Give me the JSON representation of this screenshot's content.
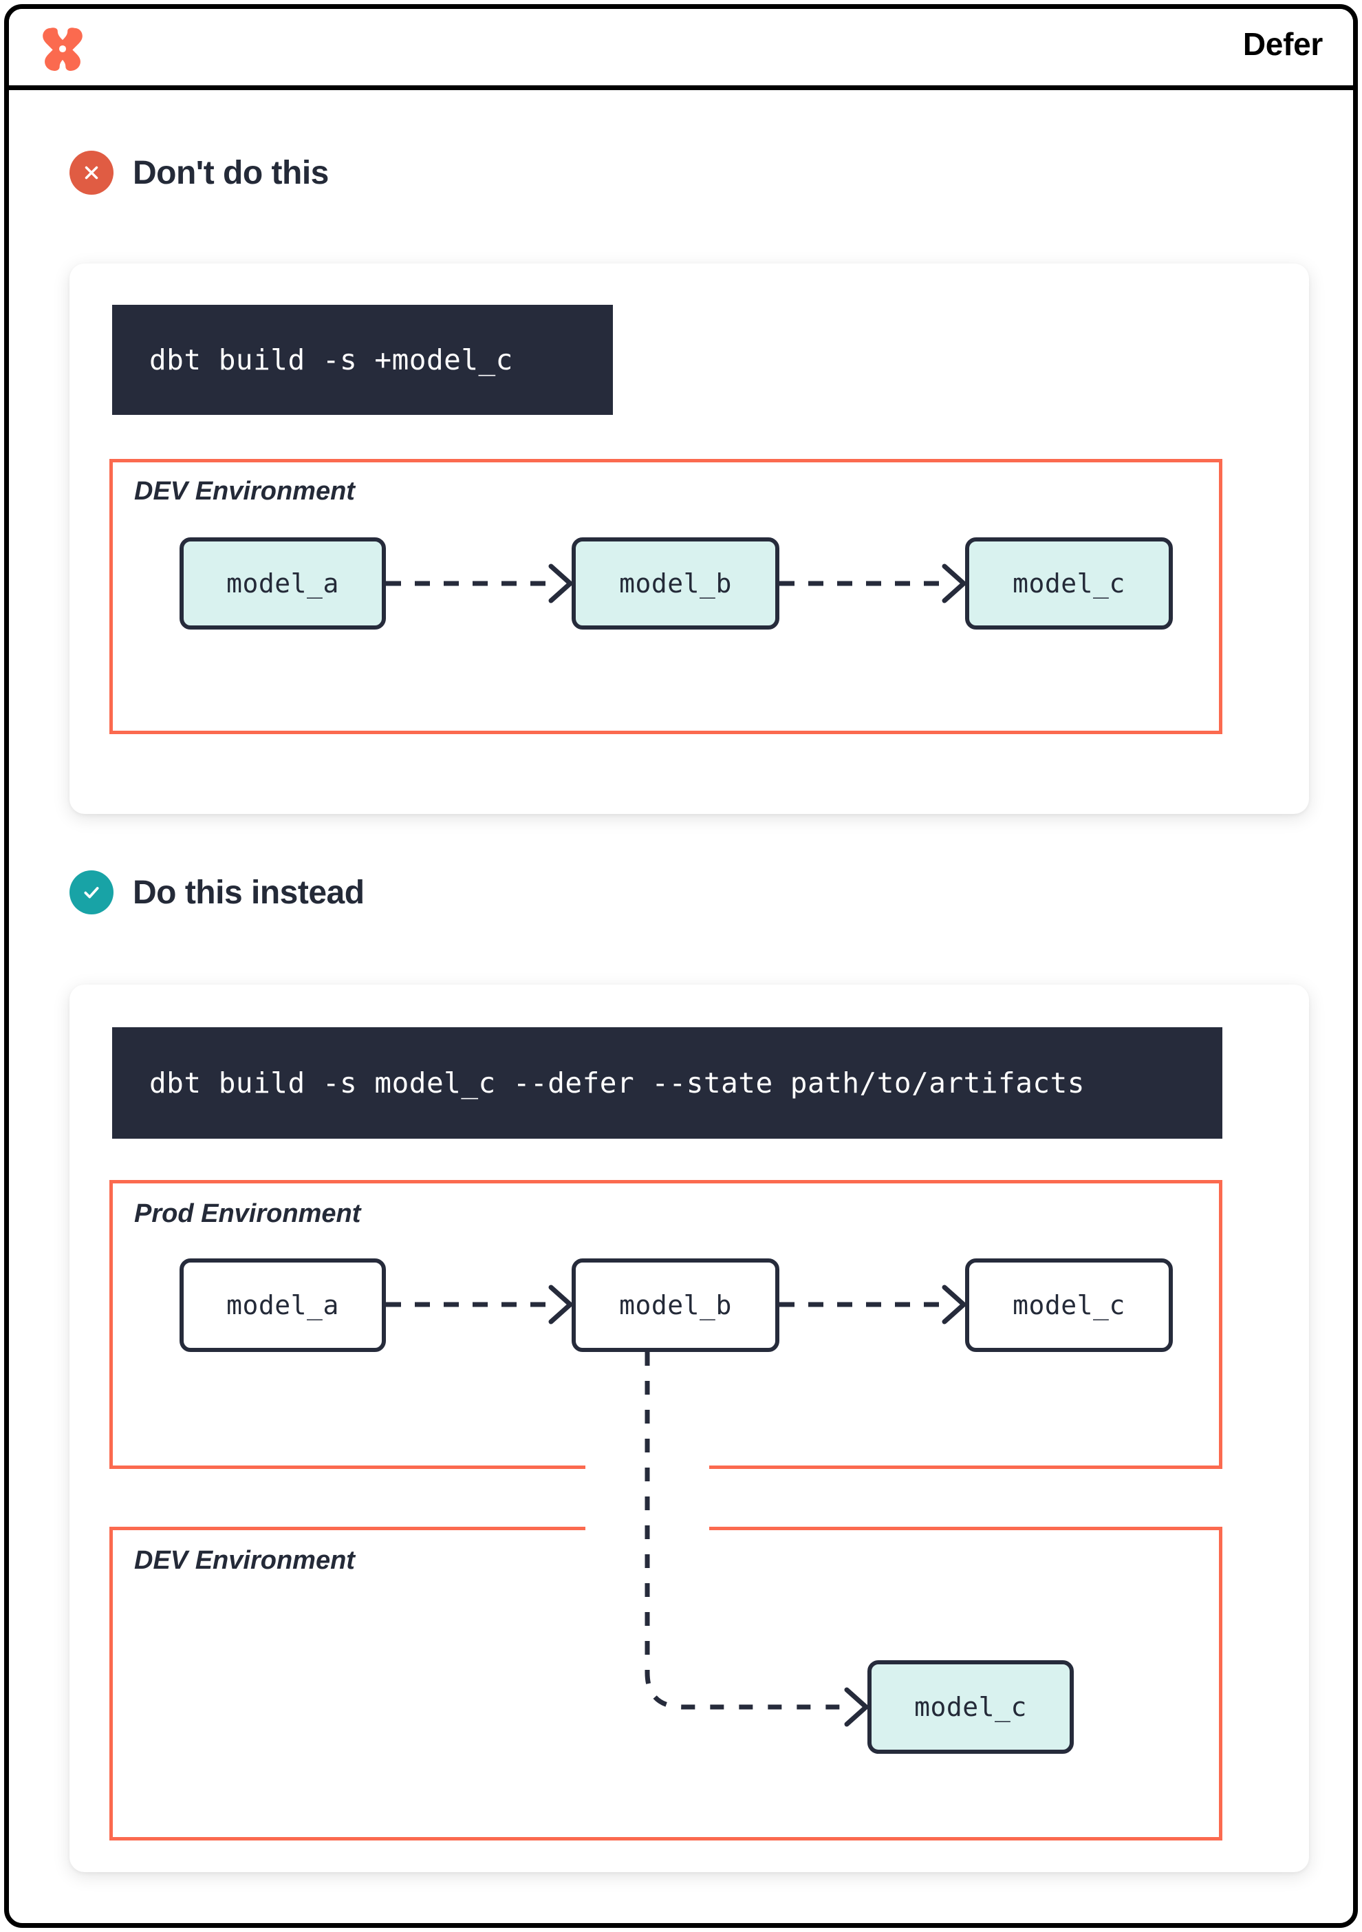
{
  "header": {
    "logo_icon": "dbt-logo-icon",
    "title": "Defer",
    "brand_color": "#fb6a4f"
  },
  "colors": {
    "accent_red": "#fb6a4f",
    "bad_badge": "#e05c43",
    "good_badge": "#18a3a6",
    "ink": "#242a38",
    "code_bg": "#262b3b",
    "node_cyan": "#d9f2ef",
    "node_white": "#ffffff"
  },
  "sections": [
    {
      "id": "dont",
      "badge_icon": "x-circle-icon",
      "badge_style": "bad",
      "title": "Don't do this",
      "command": "dbt build -s +model_c",
      "environments": [
        {
          "id": "dev",
          "label": "DEV Environment",
          "nodes": [
            {
              "label": "model_a",
              "style": "cyan"
            },
            {
              "label": "model_b",
              "style": "cyan"
            },
            {
              "label": "model_c",
              "style": "cyan"
            }
          ]
        }
      ]
    },
    {
      "id": "do",
      "badge_icon": "check-circle-icon",
      "badge_style": "good",
      "title": "Do this instead",
      "command": "dbt build -s model_c --defer --state path/to/artifacts",
      "environments": [
        {
          "id": "prod",
          "label": "Prod Environment",
          "nodes": [
            {
              "label": "model_a",
              "style": "white"
            },
            {
              "label": "model_b",
              "style": "white"
            },
            {
              "label": "model_c",
              "style": "white"
            }
          ]
        },
        {
          "id": "dev2",
          "label": "DEV Environment",
          "nodes": [
            {
              "label": "model_c",
              "style": "cyan"
            }
          ]
        }
      ]
    }
  ]
}
